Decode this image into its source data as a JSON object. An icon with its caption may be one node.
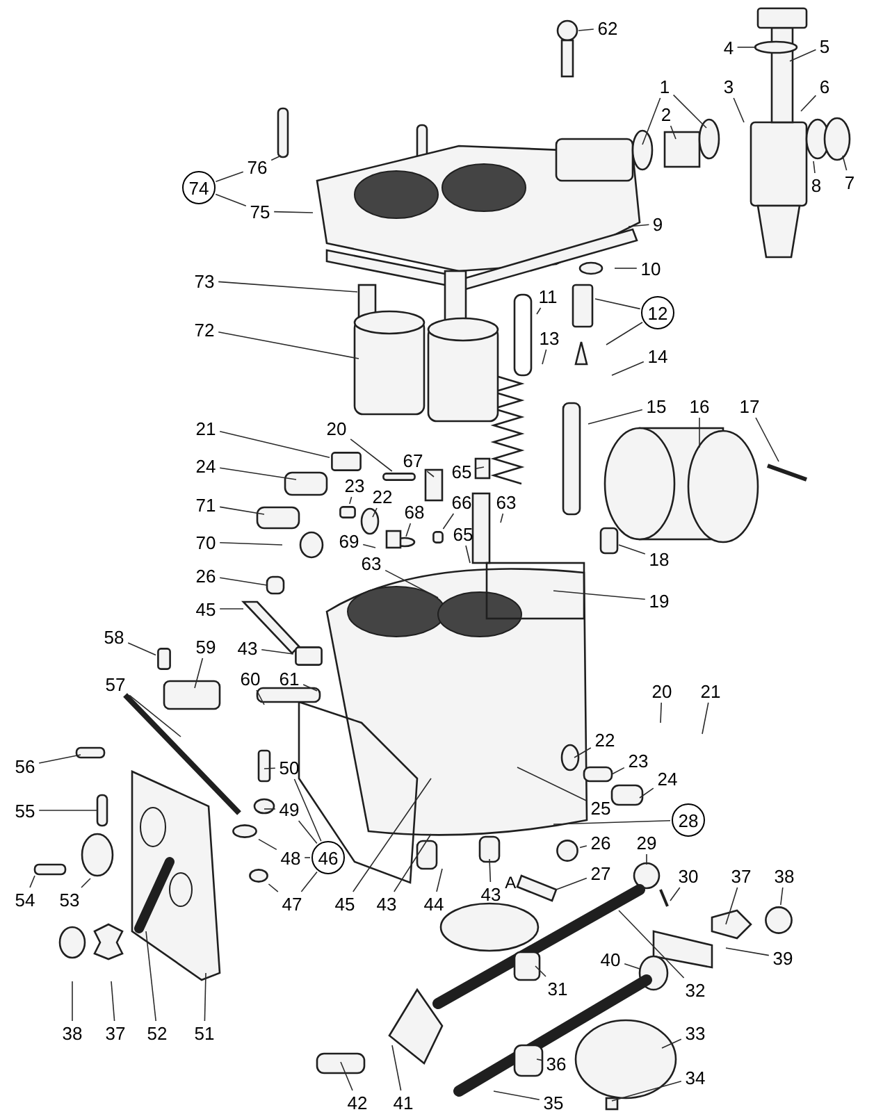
{
  "diagram": {
    "nodes": [
      {
        "text": [
          "62"
        ]
      },
      {
        "text": [
          "4"
        ]
      },
      {
        "text": [
          "5"
        ]
      },
      {
        "text": [
          "1"
        ]
      },
      {
        "text": [
          "3"
        ]
      },
      {
        "text": [
          "6"
        ]
      },
      {
        "text": [
          "2"
        ]
      },
      {
        "text": [
          "76"
        ]
      },
      {
        "text": [
          "8"
        ]
      },
      {
        "text": [
          "7"
        ]
      },
      {
        "text": [
          "74"
        ]
      },
      {
        "text": [
          "75"
        ]
      },
      {
        "text": [
          "9"
        ]
      },
      {
        "text": [
          "10"
        ]
      },
      {
        "text": [
          "73"
        ]
      },
      {
        "text": [
          "11"
        ]
      },
      {
        "text": [
          "12"
        ]
      },
      {
        "text": [
          "72"
        ]
      },
      {
        "text": [
          "13"
        ]
      },
      {
        "text": [
          "14"
        ]
      },
      {
        "text": [
          "15"
        ]
      },
      {
        "text": [
          "16"
        ]
      },
      {
        "text": [
          "17"
        ]
      },
      {
        "text": [
          "21"
        ]
      },
      {
        "text": [
          "20"
        ]
      },
      {
        "text": [
          "67"
        ]
      },
      {
        "text": [
          "24"
        ]
      },
      {
        "text": [
          "65"
        ]
      },
      {
        "text": [
          "23"
        ]
      },
      {
        "text": [
          "22"
        ]
      },
      {
        "text": [
          "66"
        ]
      },
      {
        "text": [
          "63"
        ]
      },
      {
        "text": [
          "71"
        ]
      },
      {
        "text": [
          "68"
        ]
      },
      {
        "text": [
          "65"
        ]
      },
      {
        "text": [
          "69"
        ]
      },
      {
        "text": [
          "70"
        ]
      },
      {
        "text": [
          "18"
        ]
      },
      {
        "text": [
          "63"
        ]
      },
      {
        "text": [
          "26"
        ]
      },
      {
        "text": [
          "19"
        ]
      },
      {
        "text": [
          "45"
        ]
      },
      {
        "text": [
          "58"
        ]
      },
      {
        "text": [
          "59"
        ]
      },
      {
        "text": [
          "43"
        ]
      },
      {
        "text": [
          "57"
        ]
      },
      {
        "text": [
          "60"
        ]
      },
      {
        "text": [
          "61"
        ]
      },
      {
        "text": [
          "20"
        ]
      },
      {
        "text": [
          "21"
        ]
      },
      {
        "text": [
          "22"
        ]
      },
      {
        "text": [
          "23"
        ]
      },
      {
        "text": [
          "56"
        ]
      },
      {
        "text": [
          "50"
        ]
      },
      {
        "text": [
          "24"
        ]
      },
      {
        "text": [
          "25"
        ]
      },
      {
        "text": [
          "49"
        ]
      },
      {
        "text": [
          "55"
        ]
      },
      {
        "text": [
          "28"
        ]
      },
      {
        "text": [
          "26"
        ]
      },
      {
        "text": [
          "29"
        ]
      },
      {
        "text": [
          "48"
        ]
      },
      {
        "text": [
          "46"
        ]
      },
      {
        "text": [
          "27"
        ]
      },
      {
        "text": [
          "30"
        ]
      },
      {
        "text": [
          "37"
        ]
      },
      {
        "text": [
          "38"
        ]
      },
      {
        "text": [
          "43"
        ],
        "beside": [
          "A"
        ]
      },
      {
        "text": [
          "54"
        ]
      },
      {
        "text": [
          "53"
        ]
      },
      {
        "text": [
          "47"
        ]
      },
      {
        "text": [
          "45"
        ]
      },
      {
        "text": [
          "43"
        ]
      },
      {
        "text": [
          "44"
        ]
      },
      {
        "text": [
          "39"
        ]
      },
      {
        "text": [
          "40"
        ]
      },
      {
        "text": [
          "31"
        ]
      },
      {
        "text": [
          "32"
        ]
      },
      {
        "text": [
          "38"
        ]
      },
      {
        "text": [
          "37"
        ]
      },
      {
        "text": [
          "52"
        ]
      },
      {
        "text": [
          "51"
        ]
      },
      {
        "text": [
          "33"
        ]
      },
      {
        "text": [
          "36"
        ]
      },
      {
        "text": [
          "34"
        ]
      },
      {
        "text": [
          "42"
        ]
      },
      {
        "text": [
          "41"
        ]
      },
      {
        "text": [
          "35"
        ]
      },
      {
        "text": [],
        "shape": "box"
      },
      {
        "text": [],
        "shape": "box"
      },
      {
        "text": [],
        "shape": "box"
      },
      {
        "text": [],
        "shape": "box"
      },
      {
        "text": [],
        "shape": "box"
      },
      {
        "text": [],
        "shape": "box"
      },
      {
        "text": [],
        "shape": "circle"
      },
      {
        "text": [],
        "shape": "circle"
      },
      {
        "text": [],
        "shape": "circle"
      },
      {
        "text": [],
        "shape": "circle"
      }
    ],
    "edges": [
      {
        "from": 0,
        "to": null,
        "arrow": "none"
      },
      {
        "from": 1,
        "to": null,
        "arrow": "none"
      },
      {
        "from": 2,
        "to": null,
        "arrow": "none"
      },
      {
        "from": 3,
        "to": null,
        "arrow": "none"
      },
      {
        "from": 3,
        "to": null,
        "arrow": "none"
      },
      {
        "from": 4,
        "to": null,
        "arrow": "none"
      },
      {
        "from": 5,
        "to": null,
        "arrow": "none"
      },
      {
        "from": 6,
        "to": null,
        "arrow": "none"
      },
      {
        "from": 7,
        "to": null,
        "arrow": "none"
      },
      {
        "from": 8,
        "to": null,
        "arrow": "none"
      },
      {
        "from": 9,
        "to": null,
        "arrow": "none"
      },
      {
        "from": 11,
        "to": null,
        "arrow": "none"
      },
      {
        "from": 12,
        "to": null,
        "arrow": "none"
      },
      {
        "from": 13,
        "to": null,
        "arrow": "none"
      },
      {
        "from": 14,
        "to": null,
        "arrow": "none"
      },
      {
        "from": 15,
        "to": null,
        "arrow": "none"
      },
      {
        "from": 16,
        "to": null,
        "arrow": "none"
      },
      {
        "from": 16,
        "to": null,
        "arrow": "none"
      },
      {
        "from": 17,
        "to": null,
        "arrow": "none"
      },
      {
        "from": 18,
        "to": null,
        "arrow": "none"
      },
      {
        "from": 19,
        "to": null,
        "arrow": "none"
      },
      {
        "from": 20,
        "to": null,
        "arrow": "none"
      },
      {
        "from": 21,
        "to": null,
        "arrow": "none"
      },
      {
        "from": 22,
        "to": null,
        "arrow": "none"
      },
      {
        "from": 23,
        "to": 88,
        "arrow": "none"
      },
      {
        "from": 24,
        "to": 89,
        "arrow": "none"
      },
      {
        "from": 25,
        "to": null,
        "arrow": "none"
      },
      {
        "from": 26,
        "to": null,
        "arrow": "none"
      },
      {
        "from": 27,
        "to": null,
        "arrow": "none"
      },
      {
        "from": 28,
        "to": 90,
        "arrow": "none"
      },
      {
        "from": 29,
        "to": null,
        "arrow": "none"
      },
      {
        "from": 30,
        "to": 91,
        "arrow": "none"
      },
      {
        "from": 31,
        "to": null,
        "arrow": "none"
      },
      {
        "from": 32,
        "to": null,
        "arrow": "none"
      },
      {
        "from": 33,
        "to": null,
        "arrow": "none"
      },
      {
        "from": 34,
        "to": null,
        "arrow": "none"
      },
      {
        "from": 35,
        "to": null,
        "arrow": "none"
      },
      {
        "from": 36,
        "to": null,
        "arrow": "none"
      },
      {
        "from": 37,
        "to": null,
        "arrow": "none"
      },
      {
        "from": 38,
        "to": null,
        "arrow": "none"
      },
      {
        "from": 39,
        "to": null,
        "arrow": "none"
      },
      {
        "from": 40,
        "to": null,
        "arrow": "none"
      },
      {
        "from": 41,
        "to": null,
        "arrow": "none"
      },
      {
        "from": 42,
        "to": 92,
        "arrow": "none"
      },
      {
        "from": 43,
        "to": null,
        "arrow": "none"
      },
      {
        "from": 44,
        "to": 93,
        "arrow": "none"
      },
      {
        "from": 45,
        "to": null,
        "arrow": "none"
      },
      {
        "from": 46,
        "to": null,
        "arrow": "none"
      },
      {
        "from": 47,
        "to": null,
        "arrow": "none"
      },
      {
        "from": 48,
        "to": null,
        "arrow": "none"
      },
      {
        "from": 49,
        "to": null,
        "arrow": "none"
      },
      {
        "from": 50,
        "to": null,
        "arrow": "none"
      },
      {
        "from": 51,
        "to": null,
        "arrow": "none"
      },
      {
        "from": 52,
        "to": null,
        "arrow": "none"
      },
      {
        "from": 53,
        "to": null,
        "arrow": "none"
      },
      {
        "from": 54,
        "to": null,
        "arrow": "none"
      },
      {
        "from": 55,
        "to": null,
        "arrow": "none"
      },
      {
        "from": 56,
        "to": null,
        "arrow": "none"
      },
      {
        "from": 57,
        "to": null,
        "arrow": "none"
      },
      {
        "from": 58,
        "to": null,
        "arrow": "none"
      },
      {
        "from": 59,
        "to": 94,
        "arrow": "none"
      },
      {
        "from": 60,
        "to": null,
        "arrow": "none"
      },
      {
        "from": 61,
        "to": 95,
        "arrow": "none"
      },
      {
        "from": 63,
        "to": null,
        "arrow": "none"
      },
      {
        "from": 64,
        "to": null,
        "arrow": "none"
      },
      {
        "from": 65,
        "to": null,
        "arrow": "none"
      },
      {
        "from": 66,
        "to": 96,
        "arrow": "none"
      },
      {
        "from": 67,
        "to": null,
        "arrow": "none"
      },
      {
        "from": 68,
        "to": null,
        "arrow": "none"
      },
      {
        "from": 69,
        "to": null,
        "arrow": "none"
      },
      {
        "from": 70,
        "to": 97,
        "arrow": "none"
      },
      {
        "from": 71,
        "to": null,
        "arrow": "none"
      },
      {
        "from": 72,
        "to": null,
        "arrow": "none"
      },
      {
        "from": 73,
        "to": null,
        "arrow": "none"
      },
      {
        "from": 74,
        "to": null,
        "arrow": "none"
      },
      {
        "from": 75,
        "to": null,
        "arrow": "none"
      },
      {
        "from": 76,
        "to": null,
        "arrow": "none"
      },
      {
        "from": 77,
        "to": null,
        "arrow": "none"
      },
      {
        "from": 78,
        "to": null,
        "arrow": "none"
      },
      {
        "from": 79,
        "to": null,
        "arrow": "none"
      },
      {
        "from": 80,
        "to": null,
        "arrow": "none"
      },
      {
        "from": 81,
        "to": null,
        "arrow": "none"
      },
      {
        "from": 82,
        "to": null,
        "arrow": "none"
      },
      {
        "from": 83,
        "to": null,
        "arrow": "none"
      },
      {
        "from": 84,
        "to": null,
        "arrow": "none"
      },
      {
        "from": 85,
        "to": null,
        "arrow": "none"
      },
      {
        "from": 86,
        "to": null,
        "arrow": "none"
      },
      {
        "from": 87,
        "to": null,
        "arrow": "none"
      },
      {
        "from": 10,
        "to": 7,
        "arrow": "none"
      },
      {
        "from": 10,
        "to": 11,
        "arrow": "none"
      },
      {
        "from": 62,
        "to": 53,
        "arrow": "none"
      },
      {
        "from": 62,
        "to": 56,
        "arrow": "none"
      },
      {
        "from": 62,
        "to": 61,
        "arrow": "none"
      },
      {
        "from": 62,
        "to": 70,
        "arrow": "none"
      }
    ]
  }
}
